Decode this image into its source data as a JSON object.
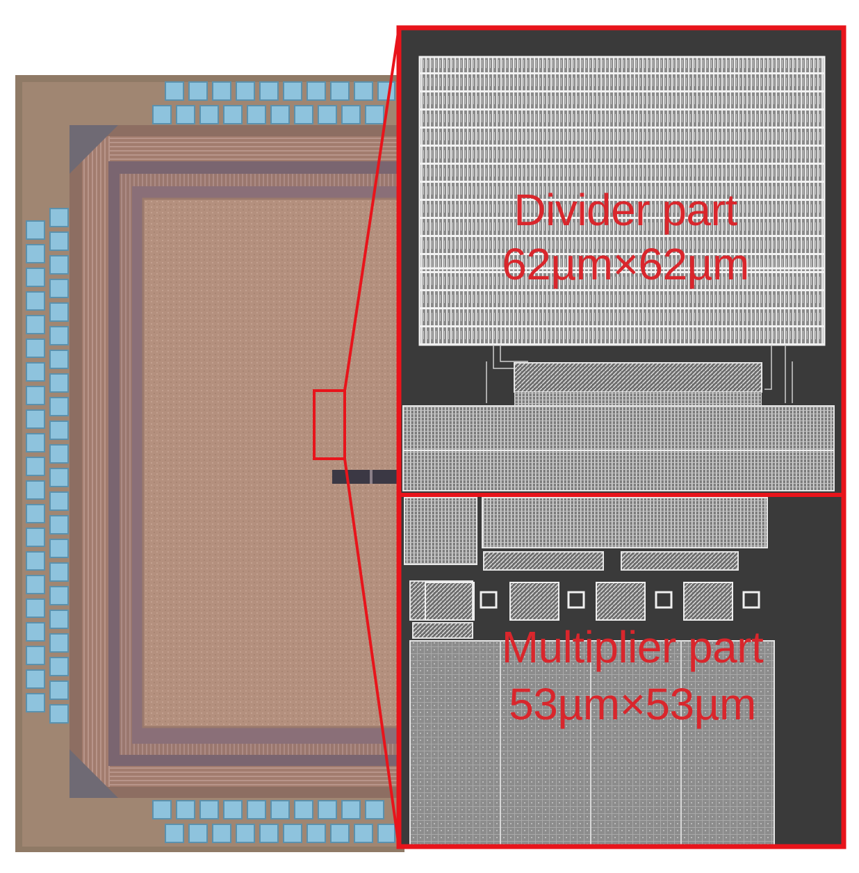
{
  "annotations": {
    "divider": {
      "title": "Divider part",
      "size": "62µm×62µm"
    },
    "multiplier": {
      "title": "Multiplier part",
      "size": "53µm×53µm"
    }
  },
  "colors": {
    "highlight_red": "#e8141b",
    "label_red": "#d9262c",
    "layout_background": "#3a3a3a",
    "die_copper": "#b59280",
    "pad_blue": "#8ec3dd"
  }
}
